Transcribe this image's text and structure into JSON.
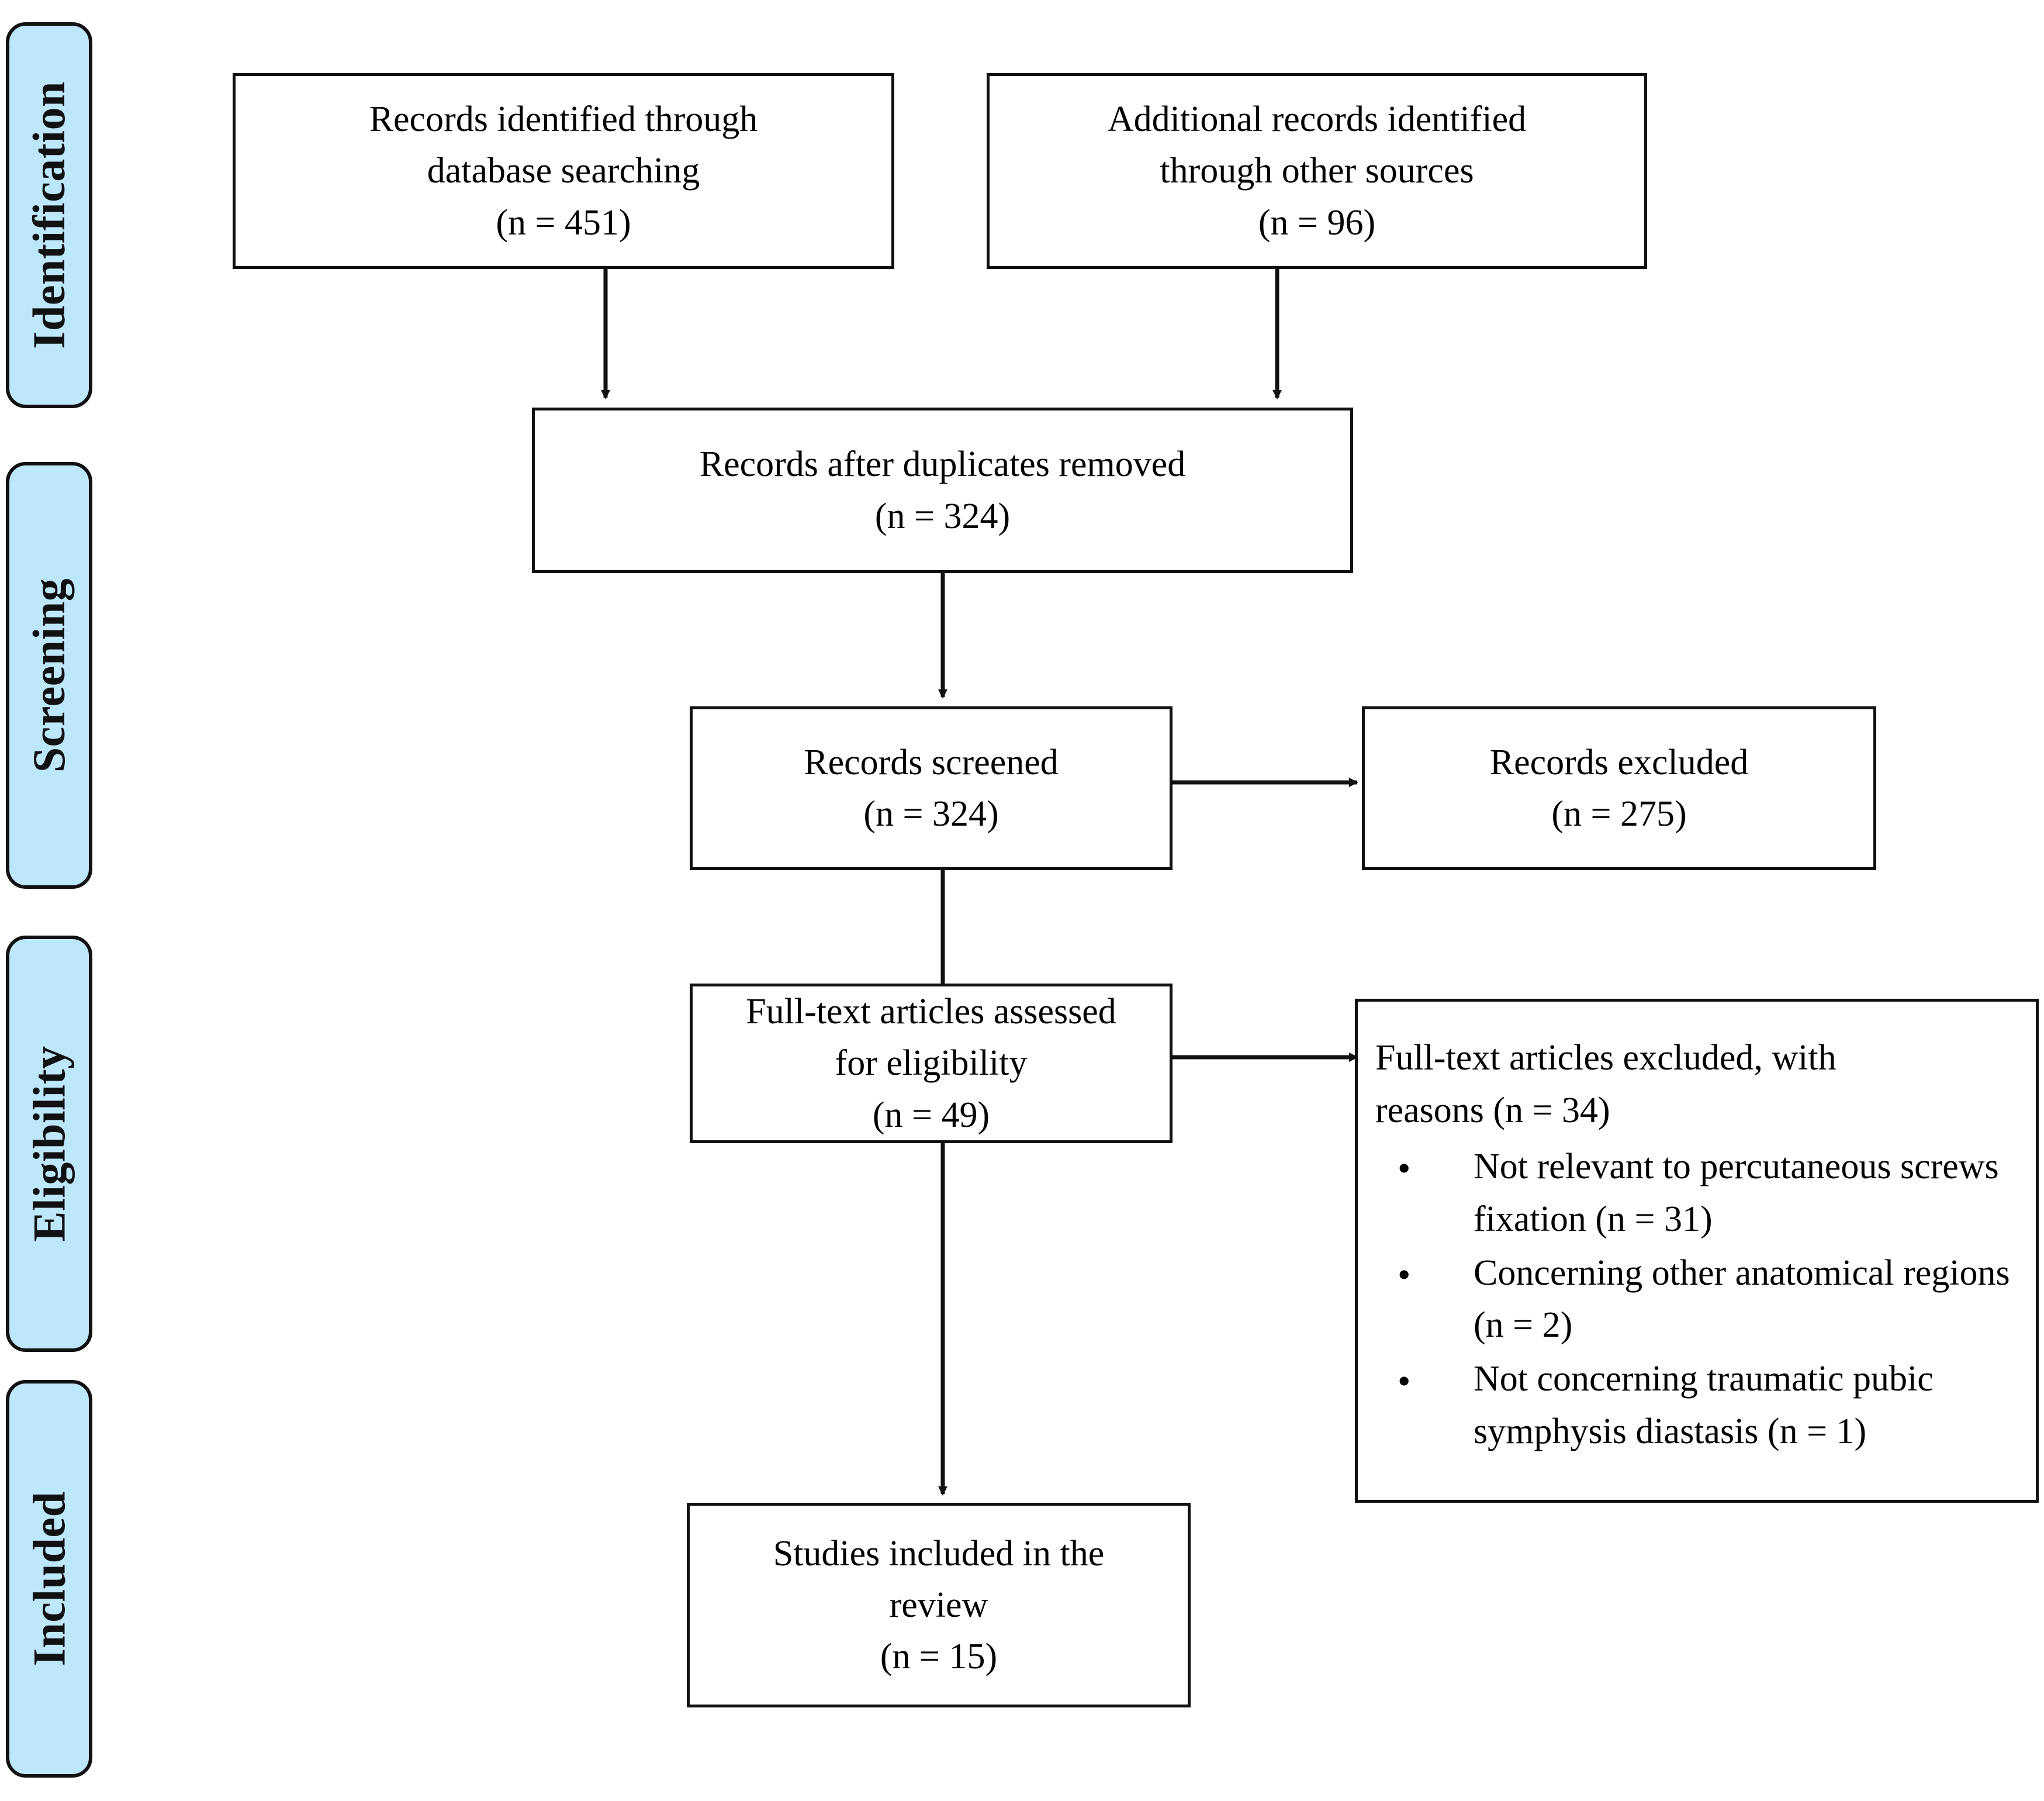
{
  "diagram": {
    "type": "prisma-flow-diagram",
    "accent_color": "#bde7fb",
    "line_color": "#111111",
    "background": "#ffffff"
  },
  "stages": [
    {
      "label": "Identification"
    },
    {
      "label": "Screening"
    },
    {
      "label": "Eligibility"
    },
    {
      "label": "Included"
    }
  ],
  "boxes": {
    "records_identified": {
      "line1": "Records identified through",
      "line2": "database searching",
      "line3": "(n = 451)"
    },
    "additional_records": {
      "line1": "Additional records identified",
      "line2": "through other sources",
      "line3": "(n = 96)"
    },
    "duplicates_removed": {
      "line1": "Records after duplicates removed",
      "line2": "(n = 324)"
    },
    "records_screened": {
      "line1": "Records screened",
      "line2": "(n = 324)"
    },
    "records_excluded": {
      "line1": "Records excluded",
      "line2": "(n = 275)"
    },
    "fulltext_assessed": {
      "line1": "Full-text articles assessed",
      "line2": "for eligibility",
      "line3": "(n = 49)"
    },
    "fulltext_excluded": {
      "heading": "Full-text articles excluded, with reasons (n = 34)",
      "bullet_glyph": "•",
      "reasons": [
        "Not relevant to percutaneous screws fixation (n = 31)",
        "Concerning other anatomical regions (n = 2)",
        "Not concerning traumatic pubic symphysis diastasis (n = 1)"
      ]
    },
    "studies_included": {
      "line1": "Studies included in the",
      "line2": "review",
      "line3": "(n = 15)"
    }
  },
  "chart_data": {
    "type": "diagram",
    "title": "PRISMA flow diagram",
    "nodes": [
      {
        "id": "records_identified",
        "stage": "Identification",
        "label": "Records identified through database searching",
        "n": 451
      },
      {
        "id": "additional_records",
        "stage": "Identification",
        "label": "Additional records identified through other sources",
        "n": 96
      },
      {
        "id": "duplicates_removed",
        "stage": "Screening",
        "label": "Records after duplicates removed",
        "n": 324
      },
      {
        "id": "records_screened",
        "stage": "Screening",
        "label": "Records screened",
        "n": 324
      },
      {
        "id": "records_excluded",
        "stage": "Screening",
        "label": "Records excluded",
        "n": 275
      },
      {
        "id": "fulltext_assessed",
        "stage": "Eligibility",
        "label": "Full-text articles assessed for eligibility",
        "n": 49
      },
      {
        "id": "fulltext_excluded",
        "stage": "Eligibility",
        "label": "Full-text articles excluded, with reasons",
        "n": 34
      },
      {
        "id": "studies_included",
        "stage": "Included",
        "label": "Studies included in the review",
        "n": 15
      }
    ],
    "edges": [
      {
        "from": "records_identified",
        "to": "duplicates_removed"
      },
      {
        "from": "additional_records",
        "to": "duplicates_removed"
      },
      {
        "from": "duplicates_removed",
        "to": "records_screened"
      },
      {
        "from": "records_screened",
        "to": "records_excluded"
      },
      {
        "from": "records_screened",
        "to": "fulltext_assessed"
      },
      {
        "from": "fulltext_assessed",
        "to": "fulltext_excluded"
      },
      {
        "from": "fulltext_assessed",
        "to": "studies_included"
      }
    ]
  }
}
